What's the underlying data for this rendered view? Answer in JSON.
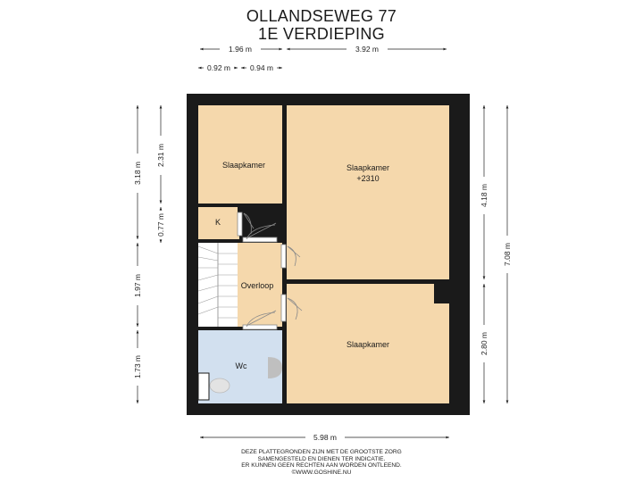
{
  "header": {
    "title_line1": "OLLANDSEWEG 77",
    "title_line2": "1E VERDIEPING"
  },
  "dimensions": {
    "top_left": "1.96 m",
    "top_right": "3.92 m",
    "small_left": "0.92 m",
    "small_right": "0.94 m",
    "left_outer_top": "3.18 m",
    "left_outer_mid": "1.97 m",
    "left_outer_bottom": "1.73 m",
    "left_inner_top": "2.31 m",
    "left_inner_bottom": "0.77 m",
    "right_top": "4.18 m",
    "right_bottom": "2.80 m",
    "right_total": "7.08 m",
    "bottom_total": "5.98 m"
  },
  "rooms": {
    "slaapkamer_left": "Slaapkamer",
    "slaapkamer_main": "Slaapkamer",
    "slaapkamer_main_sub": "+2310",
    "kast": "K",
    "overloop": "Overloop",
    "slaapkamer_bottom": "Slaapkamer",
    "wc": "Wc"
  },
  "disclaimer": {
    "line1": "DEZE PLATTEGRONDEN ZIJN MET DE GROOTSTE ZORG",
    "line2": "SAMENGESTELD EN DIENEN TER INDICATIE.",
    "line3": "ER KUNNEN GEEN RECHTEN AAN WORDEN ONTLEEND.",
    "line4": "©WWW.GOSHINE.NU"
  },
  "colors": {
    "wall": "#1a1a1a",
    "room_fill": "#f5d8ac",
    "wc_fill": "#d2e0ef",
    "stair_fill": "#ffffff",
    "dim_line": "#222222"
  }
}
